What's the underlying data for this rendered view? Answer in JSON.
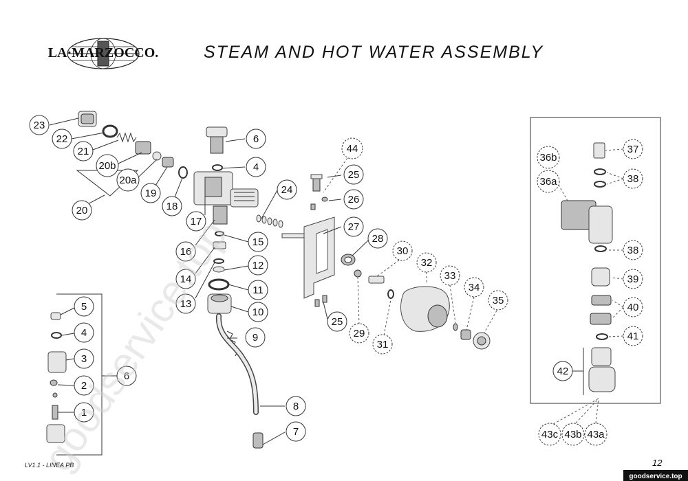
{
  "brand": "LA·MARZOCCO.",
  "title": "STEAM AND HOT WATER ASSEMBLY",
  "footer_left": "LV1.1 - LINEA PB",
  "page_number": "12",
  "watermark": "goodservice.top",
  "site_url": "goodservice.top",
  "callouts": {
    "c1": "1",
    "c2": "2",
    "c3": "3",
    "c4": "4",
    "c4b": "4",
    "c5": "5",
    "c6": "6",
    "c6b": "6",
    "c7": "7",
    "c8": "8",
    "c9": "9",
    "c10": "10",
    "c11": "11",
    "c12": "12",
    "c13": "13",
    "c14": "14",
    "c15": "15",
    "c16": "16",
    "c17": "17",
    "c18": "18",
    "c19": "19",
    "c20": "20",
    "c20a": "20a",
    "c20b": "20b",
    "c21": "21",
    "c22": "22",
    "c23": "23",
    "c24": "24",
    "c25": "25",
    "c25b": "25",
    "c26": "26",
    "c27": "27",
    "c28": "28",
    "c29": "29",
    "c30": "30",
    "c31": "31",
    "c32": "32",
    "c33": "33",
    "c34": "34",
    "c35": "35",
    "c36a": "36a",
    "c36b": "36b",
    "c37": "37",
    "c38": "38",
    "c38b": "38",
    "c39": "39",
    "c40": "40",
    "c41": "41",
    "c42": "42",
    "c43a": "43a",
    "c43b": "43b",
    "c43c": "43c",
    "c44": "44"
  }
}
